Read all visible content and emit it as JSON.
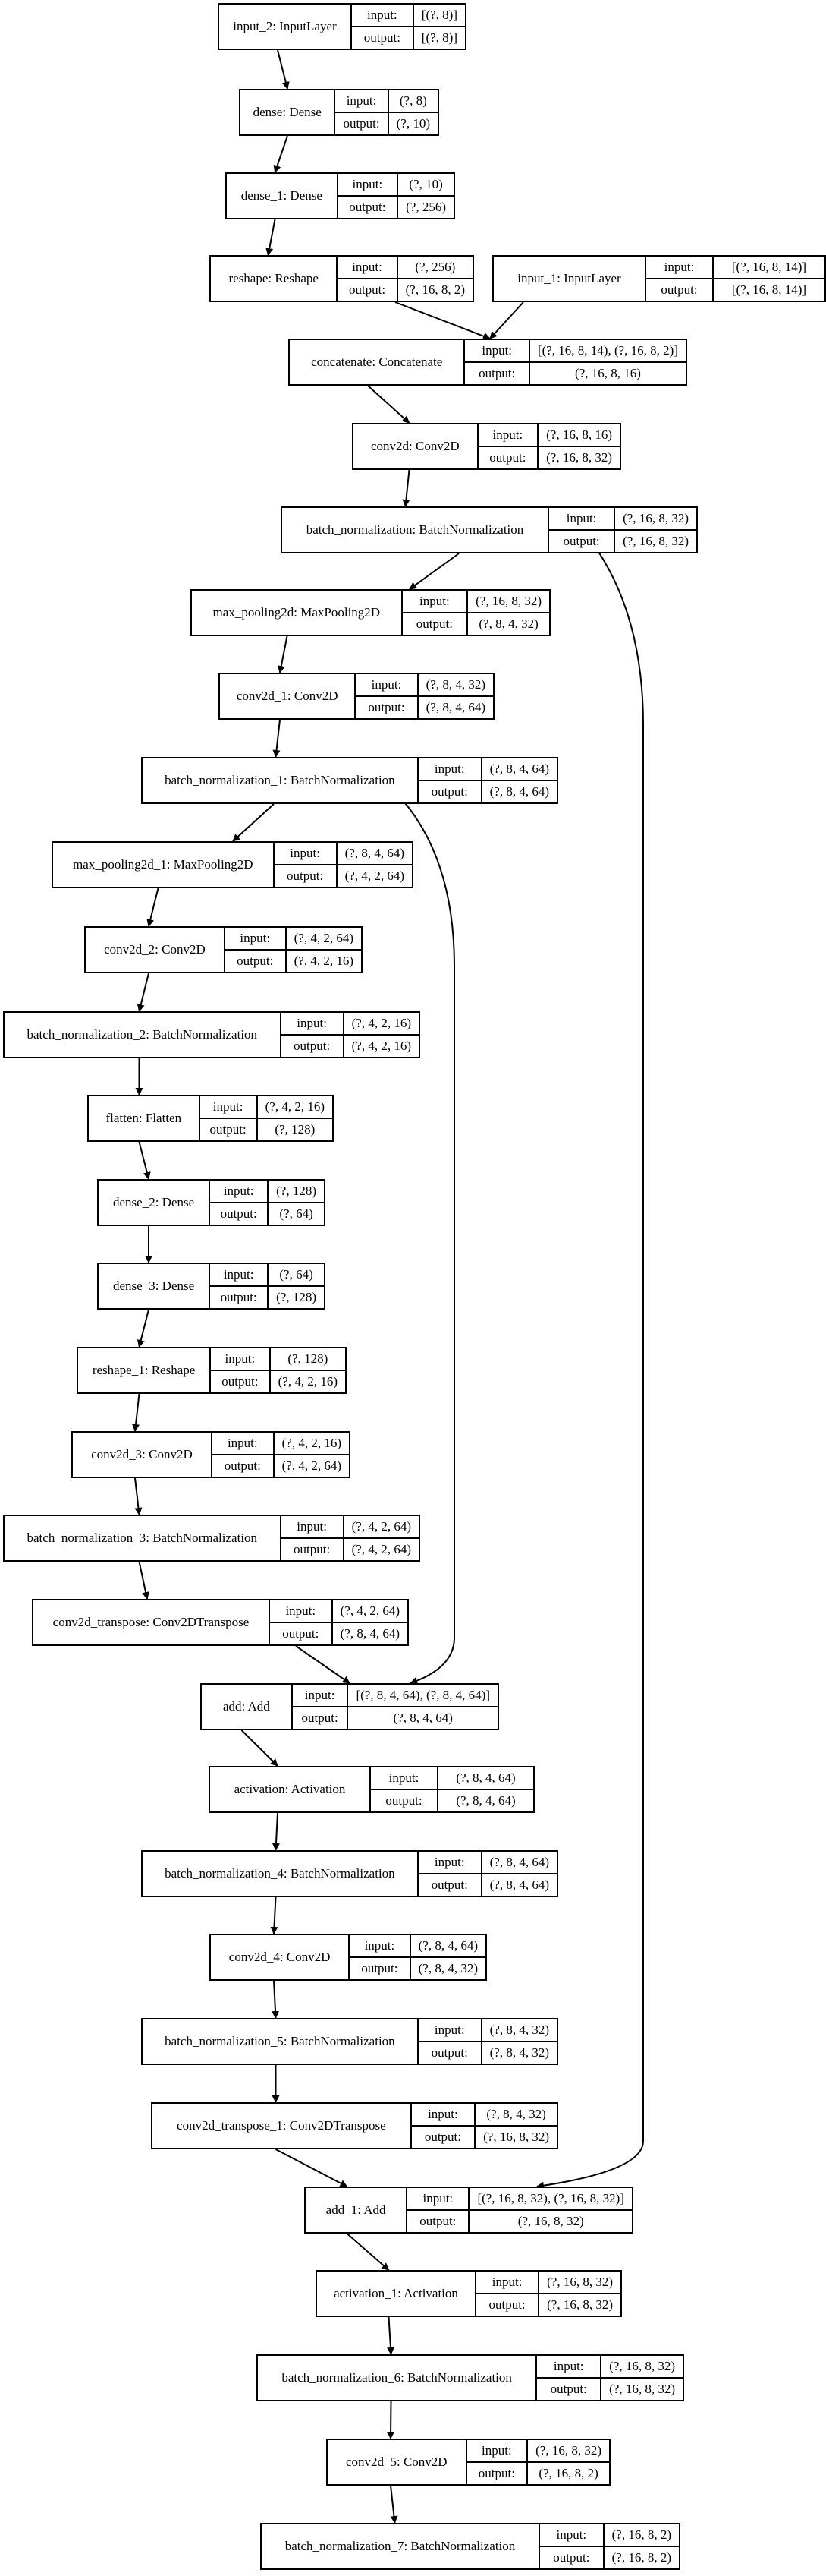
{
  "diagram": {
    "labels": {
      "input": "input:",
      "output": "output:"
    },
    "nodes": [
      {
        "id": "input_2",
        "name": "input_2: InputLayer",
        "input": "[(?, 8)]",
        "output": "[(?, 8)]"
      },
      {
        "id": "dense",
        "name": "dense: Dense",
        "input": "(?, 8)",
        "output": "(?, 10)"
      },
      {
        "id": "dense_1",
        "name": "dense_1: Dense",
        "input": "(?, 10)",
        "output": "(?, 256)"
      },
      {
        "id": "reshape",
        "name": "reshape: Reshape",
        "input": "(?, 256)",
        "output": "(?, 16, 8, 2)"
      },
      {
        "id": "input_1",
        "name": "input_1: InputLayer",
        "input": "[(?, 16, 8, 14)]",
        "output": "[(?, 16, 8, 14)]"
      },
      {
        "id": "concatenate",
        "name": "concatenate: Concatenate",
        "input": "[(?, 16, 8, 14), (?, 16, 8, 2)]",
        "output": "(?, 16, 8, 16)"
      },
      {
        "id": "conv2d",
        "name": "conv2d: Conv2D",
        "input": "(?, 16, 8, 16)",
        "output": "(?, 16, 8, 32)"
      },
      {
        "id": "batch_normalization",
        "name": "batch_normalization: BatchNormalization",
        "input": "(?, 16, 8, 32)",
        "output": "(?, 16, 8, 32)"
      },
      {
        "id": "max_pooling2d",
        "name": "max_pooling2d: MaxPooling2D",
        "input": "(?, 16, 8, 32)",
        "output": "(?, 8, 4, 32)"
      },
      {
        "id": "conv2d_1",
        "name": "conv2d_1: Conv2D",
        "input": "(?, 8, 4, 32)",
        "output": "(?, 8, 4, 64)"
      },
      {
        "id": "batch_normalization_1",
        "name": "batch_normalization_1: BatchNormalization",
        "input": "(?, 8, 4, 64)",
        "output": "(?, 8, 4, 64)"
      },
      {
        "id": "max_pooling2d_1",
        "name": "max_pooling2d_1: MaxPooling2D",
        "input": "(?, 8, 4, 64)",
        "output": "(?, 4, 2, 64)"
      },
      {
        "id": "conv2d_2",
        "name": "conv2d_2: Conv2D",
        "input": "(?, 4, 2, 64)",
        "output": "(?, 4, 2, 16)"
      },
      {
        "id": "batch_normalization_2",
        "name": "batch_normalization_2: BatchNormalization",
        "input": "(?, 4, 2, 16)",
        "output": "(?, 4, 2, 16)"
      },
      {
        "id": "flatten",
        "name": "flatten: Flatten",
        "input": "(?, 4, 2, 16)",
        "output": "(?, 128)"
      },
      {
        "id": "dense_2",
        "name": "dense_2: Dense",
        "input": "(?, 128)",
        "output": "(?, 64)"
      },
      {
        "id": "dense_3",
        "name": "dense_3: Dense",
        "input": "(?, 64)",
        "output": "(?, 128)"
      },
      {
        "id": "reshape_1",
        "name": "reshape_1: Reshape",
        "input": "(?, 128)",
        "output": "(?, 4, 2, 16)"
      },
      {
        "id": "conv2d_3",
        "name": "conv2d_3: Conv2D",
        "input": "(?, 4, 2, 16)",
        "output": "(?, 4, 2, 64)"
      },
      {
        "id": "batch_normalization_3",
        "name": "batch_normalization_3: BatchNormalization",
        "input": "(?, 4, 2, 64)",
        "output": "(?, 4, 2, 64)"
      },
      {
        "id": "conv2d_transpose",
        "name": "conv2d_transpose: Conv2DTranspose",
        "input": "(?, 4, 2, 64)",
        "output": "(?, 8, 4, 64)"
      },
      {
        "id": "add",
        "name": "add: Add",
        "input": "[(?, 8, 4, 64), (?, 8, 4, 64)]",
        "output": "(?, 8, 4, 64)"
      },
      {
        "id": "activation",
        "name": "activation: Activation",
        "input": "(?, 8, 4, 64)",
        "output": "(?, 8, 4, 64)"
      },
      {
        "id": "batch_normalization_4",
        "name": "batch_normalization_4: BatchNormalization",
        "input": "(?, 8, 4, 64)",
        "output": "(?, 8, 4, 64)"
      },
      {
        "id": "conv2d_4",
        "name": "conv2d_4: Conv2D",
        "input": "(?, 8, 4, 64)",
        "output": "(?, 8, 4, 32)"
      },
      {
        "id": "batch_normalization_5",
        "name": "batch_normalization_5: BatchNormalization",
        "input": "(?, 8, 4, 32)",
        "output": "(?, 8, 4, 32)"
      },
      {
        "id": "conv2d_transpose_1",
        "name": "conv2d_transpose_1: Conv2DTranspose",
        "input": "(?, 8, 4, 32)",
        "output": "(?, 16, 8, 32)"
      },
      {
        "id": "add_1",
        "name": "add_1: Add",
        "input": "[(?, 16, 8, 32), (?, 16, 8, 32)]",
        "output": "(?, 16, 8, 32)"
      },
      {
        "id": "activation_1",
        "name": "activation_1: Activation",
        "input": "(?, 16, 8, 32)",
        "output": "(?, 16, 8, 32)"
      },
      {
        "id": "batch_normalization_6",
        "name": "batch_normalization_6: BatchNormalization",
        "input": "(?, 16, 8, 32)",
        "output": "(?, 16, 8, 32)"
      },
      {
        "id": "conv2d_5",
        "name": "conv2d_5: Conv2D",
        "input": "(?, 16, 8, 32)",
        "output": "(?, 16, 8, 2)"
      },
      {
        "id": "batch_normalization_7",
        "name": "batch_normalization_7: BatchNormalization",
        "input": "(?, 16, 8, 2)",
        "output": "(?, 16, 8, 2)"
      }
    ],
    "edges": [
      [
        "input_2",
        "dense"
      ],
      [
        "dense",
        "dense_1"
      ],
      [
        "dense_1",
        "reshape"
      ],
      [
        "reshape",
        "concatenate"
      ],
      [
        "input_1",
        "concatenate"
      ],
      [
        "concatenate",
        "conv2d"
      ],
      [
        "conv2d",
        "batch_normalization"
      ],
      [
        "batch_normalization",
        "max_pooling2d"
      ],
      [
        "batch_normalization",
        "add_1"
      ],
      [
        "max_pooling2d",
        "conv2d_1"
      ],
      [
        "conv2d_1",
        "batch_normalization_1"
      ],
      [
        "batch_normalization_1",
        "max_pooling2d_1"
      ],
      [
        "batch_normalization_1",
        "add"
      ],
      [
        "max_pooling2d_1",
        "conv2d_2"
      ],
      [
        "conv2d_2",
        "batch_normalization_2"
      ],
      [
        "batch_normalization_2",
        "flatten"
      ],
      [
        "flatten",
        "dense_2"
      ],
      [
        "dense_2",
        "dense_3"
      ],
      [
        "dense_3",
        "reshape_1"
      ],
      [
        "reshape_1",
        "conv2d_3"
      ],
      [
        "conv2d_3",
        "batch_normalization_3"
      ],
      [
        "batch_normalization_3",
        "conv2d_transpose"
      ],
      [
        "conv2d_transpose",
        "add"
      ],
      [
        "add",
        "activation"
      ],
      [
        "activation",
        "batch_normalization_4"
      ],
      [
        "batch_normalization_4",
        "conv2d_4"
      ],
      [
        "conv2d_4",
        "batch_normalization_5"
      ],
      [
        "batch_normalization_5",
        "conv2d_transpose_1"
      ],
      [
        "conv2d_transpose_1",
        "add_1"
      ],
      [
        "add_1",
        "activation_1"
      ],
      [
        "activation_1",
        "batch_normalization_6"
      ],
      [
        "batch_normalization_6",
        "conv2d_5"
      ],
      [
        "conv2d_5",
        "batch_normalization_7"
      ]
    ]
  }
}
